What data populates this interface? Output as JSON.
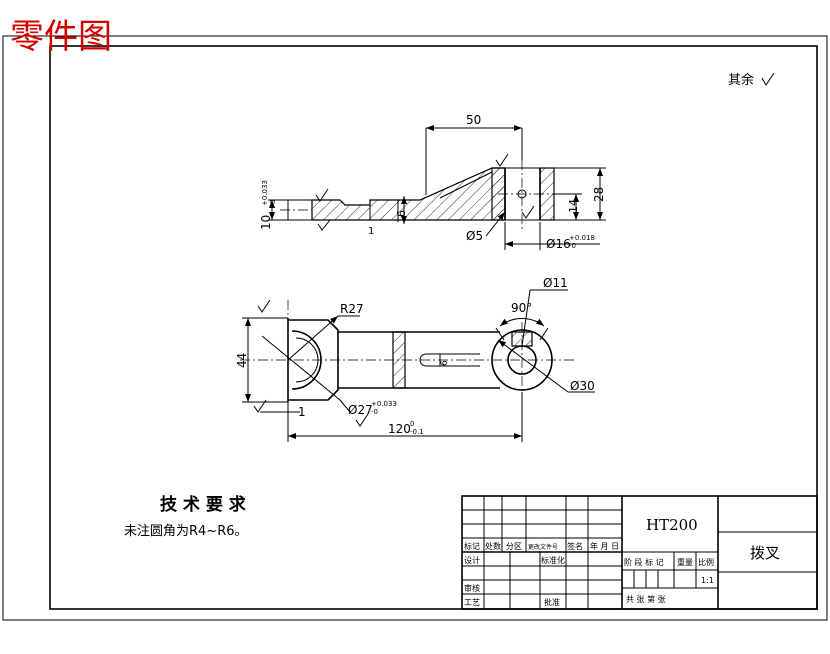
{
  "header": {
    "title": "零件图",
    "title_color": "#d40000"
  },
  "roughness_note": "其余",
  "dimensions": {
    "len_50": "50",
    "height_28": "28",
    "height_14": "14",
    "height_10": "10",
    "tol_10_upper": "+0.033",
    "tol_10_lower": "0",
    "height_6": "6",
    "dim_1_top": "1",
    "dia_5": "Ø5",
    "dia_16": "Ø16",
    "tol_16_upper": "+0.018",
    "tol_16_lower": "-0",
    "radius_27": "R27",
    "dia_27": "Ø27",
    "tol_27_upper": "+0.033",
    "tol_27_lower": "-0",
    "height_44": "44",
    "dim_1_bottom": "1",
    "angle_90": "90°",
    "dia_11": "Ø11",
    "dia_30": "Ø30",
    "len_120": "120",
    "tol_120_upper": "0",
    "tol_120_lower": "-0.1",
    "dim_6_bottom": "6"
  },
  "tech": {
    "title": "技 术 要 求",
    "note": "未注圆角为R4~R6。"
  },
  "title_block": {
    "material": "HT200",
    "part_name": "拨叉",
    "row_labels": {
      "biaoji": "标记",
      "chushu": "处数",
      "fenqu": "分区",
      "gengai": "更改文件号",
      "qianming": "签名",
      "nianyueri": "年 月 日",
      "sheji": "设计",
      "biaozhunhua": "标准化",
      "shenhe": "审核",
      "gongyi": "工艺",
      "pizhun": "批准"
    },
    "stage_labels": "阶 段 标 记",
    "weight_label": "重量",
    "scale_label": "比例",
    "scale_value": "1:1",
    "sheet_count": "共    张   第    张"
  }
}
